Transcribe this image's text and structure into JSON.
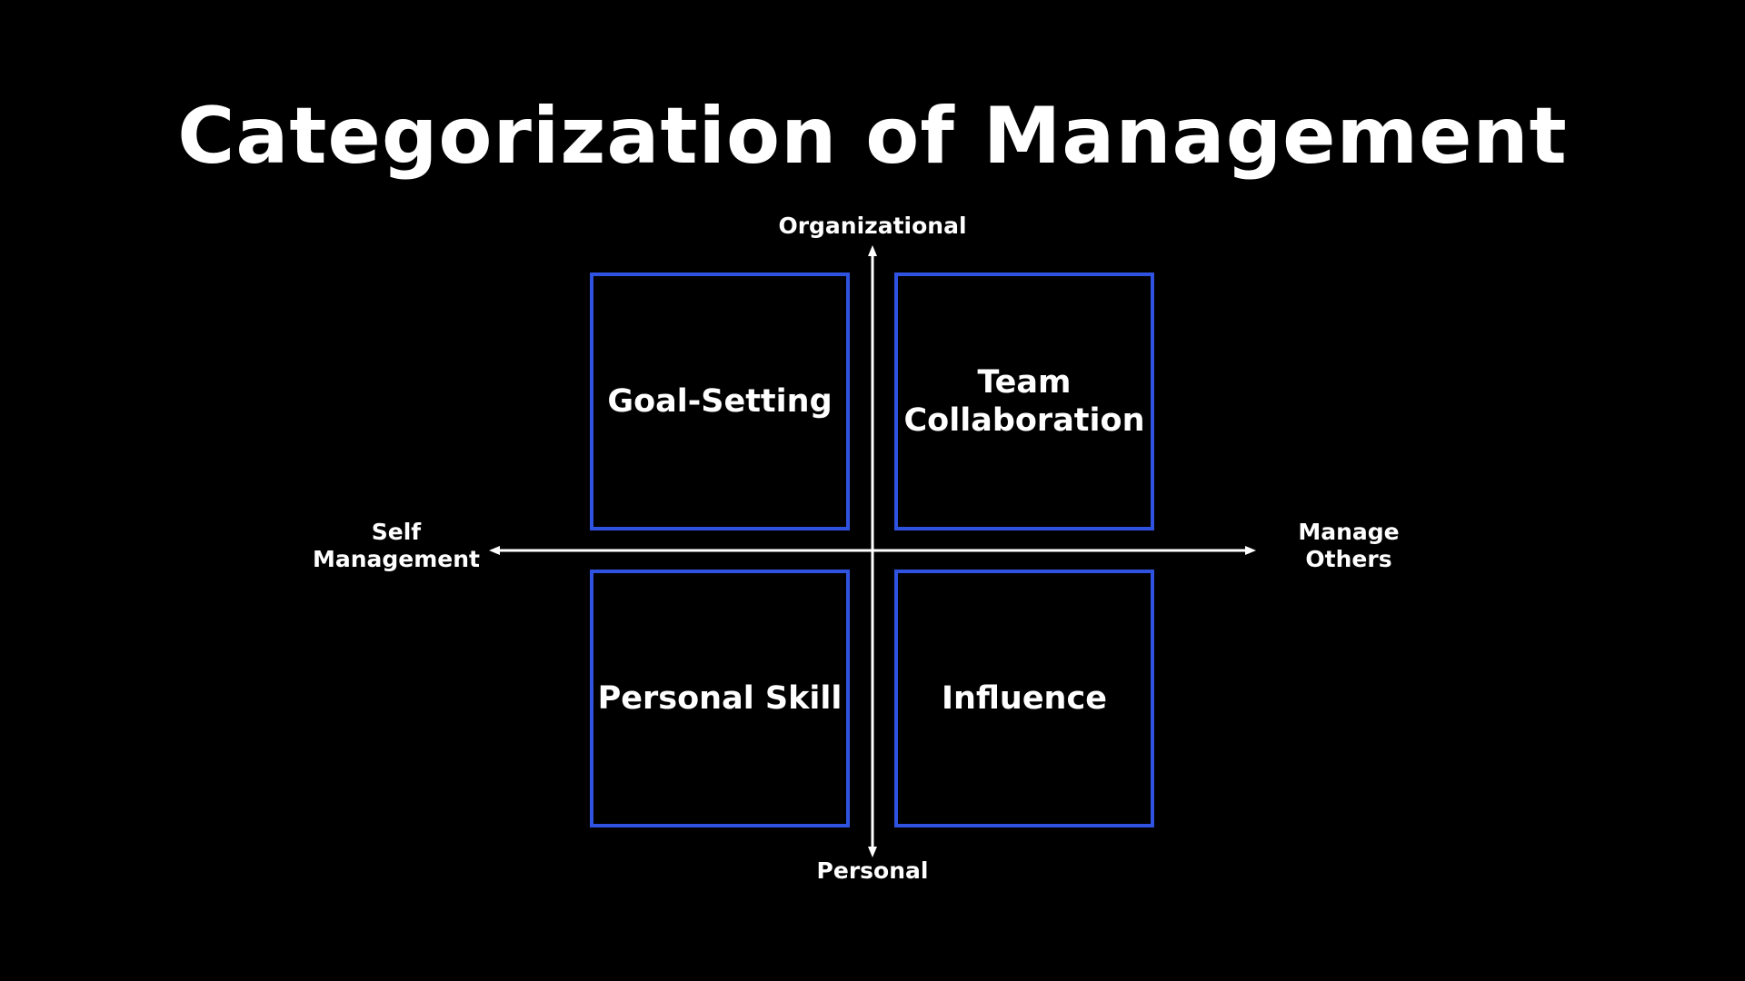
{
  "title": "Categorization of Management",
  "axes": {
    "top": "Organizational",
    "bottom": "Personal",
    "left": [
      "Self",
      "Management"
    ],
    "right": [
      "Manage",
      "Others"
    ]
  },
  "quadrants": {
    "top_left": [
      "Goal-Setting"
    ],
    "top_right": [
      "Team",
      "Collaboration"
    ],
    "bottom_left": [
      "Personal Skill"
    ],
    "bottom_right": [
      "Influence"
    ]
  },
  "colors": {
    "background": "#000000",
    "text": "#ffffff",
    "quadrant_border": "#2f53e0",
    "axis": "#ffffff"
  }
}
